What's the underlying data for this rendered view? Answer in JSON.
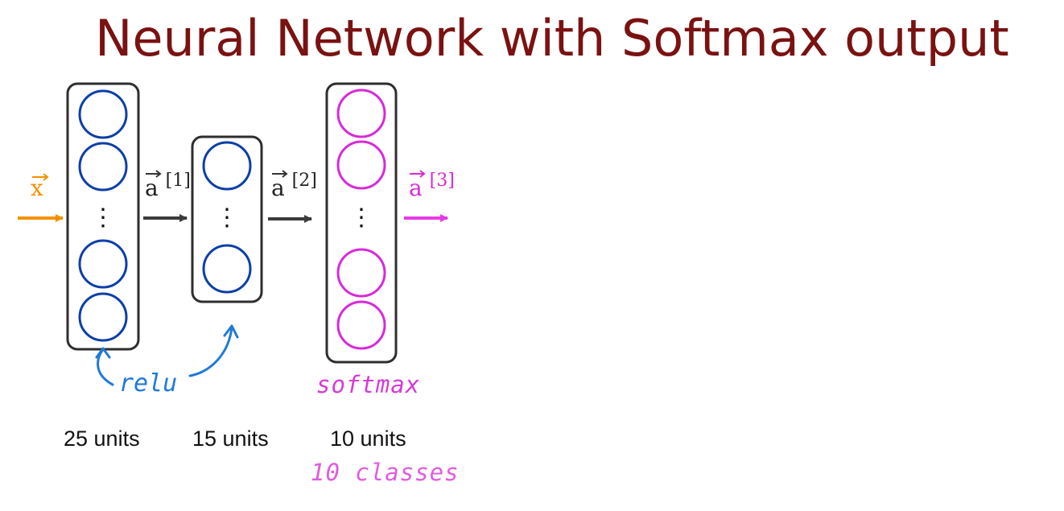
{
  "title": "Neural Network with Softmax output",
  "input": {
    "label": "x"
  },
  "activations": [
    {
      "base": "a",
      "index": "[1]"
    },
    {
      "base": "a",
      "index": "[2]"
    },
    {
      "base": "a",
      "index": "[3]"
    }
  ],
  "layers": [
    {
      "units_label": "25 units",
      "activation": "relu"
    },
    {
      "units_label": "15 units",
      "activation": "relu"
    },
    {
      "units_label": "10 units",
      "activation": "softmax",
      "note": "10 classes"
    }
  ],
  "ellipsis": "⋮",
  "colors": {
    "title": "#7a1212",
    "input": "#f39200",
    "hidden_neuron": "#0d3fa6",
    "output_neuron": "#d82ad8",
    "relu_annotation": "#1f7ad8",
    "softmax_annotation": "#d63bd6",
    "arrow": "#3c3c3c",
    "box": "#2e2e2e"
  }
}
